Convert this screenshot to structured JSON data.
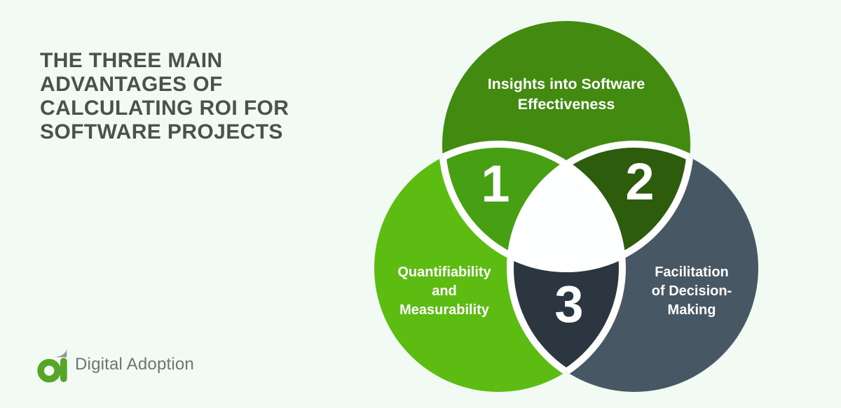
{
  "page": {
    "background": "#f1fbf4"
  },
  "title": {
    "text": "THE THREE MAIN\nADVANTAGES OF\nCALCULATING ROI FOR\nSOFTWARE PROJECTS",
    "color": "#4c514f"
  },
  "venn": {
    "label_color": "#ffffff",
    "divider_color": "#ffffff",
    "center_color": "#fcfffd",
    "circles": [
      {
        "label": "Insights into Software\nEffectiveness",
        "color": "#428b10"
      },
      {
        "label": "Quantifiability\nand\nMeasurability",
        "color": "#5cbc12"
      },
      {
        "label": "Facilitation\nof Decision-\nMaking",
        "color": "#475864"
      }
    ],
    "intersections": [
      {
        "number": "1",
        "color": "#47a013"
      },
      {
        "number": "2",
        "color": "#2e5c0d"
      },
      {
        "number": "3",
        "color": "#2b3640"
      }
    ]
  },
  "logo": {
    "text": "Digital Adoption",
    "text_color": "#6d7473",
    "icon_green": "#56a527",
    "icon_leaf_gray": "#8f9695"
  }
}
